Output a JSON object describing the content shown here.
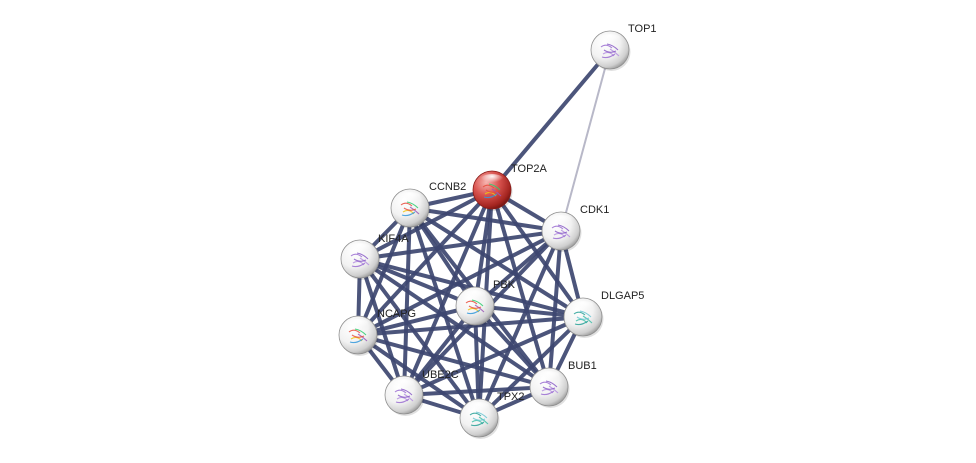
{
  "network": {
    "query_protein": "TOP2A",
    "nodes": [
      {
        "id": "TOP1",
        "color": "#ffffff",
        "glyph": "protein-structure-icon",
        "structure": "purple"
      },
      {
        "id": "TOP2A",
        "color": "#d9534f",
        "glyph": "protein-structure-icon",
        "structure": "multicolor"
      },
      {
        "id": "CCNB2",
        "color": "#ffffff",
        "glyph": "protein-structure-icon",
        "structure": "multicolor"
      },
      {
        "id": "CDK1",
        "color": "#ffffff",
        "glyph": "protein-structure-icon",
        "structure": "purple"
      },
      {
        "id": "KIF4A",
        "color": "#ffffff",
        "glyph": "protein-structure-icon",
        "structure": "purple"
      },
      {
        "id": "PBK",
        "color": "#ffffff",
        "glyph": "protein-structure-icon",
        "structure": "multicolor"
      },
      {
        "id": "DLGAP5",
        "color": "#ffffff",
        "glyph": "protein-structure-icon",
        "structure": "teal"
      },
      {
        "id": "NCAPG",
        "color": "#ffffff",
        "glyph": "protein-structure-icon",
        "structure": "multicolor"
      },
      {
        "id": "BUB1",
        "color": "#ffffff",
        "glyph": "protein-structure-icon",
        "structure": "purple"
      },
      {
        "id": "UBE2C",
        "color": "#ffffff",
        "glyph": "protein-structure-icon",
        "structure": "purple"
      },
      {
        "id": "TPX2",
        "color": "#ffffff",
        "glyph": "protein-structure-icon",
        "structure": "teal"
      }
    ],
    "edges": [
      {
        "source": "TOP1",
        "target": "TOP2A",
        "confidence": 0.9
      },
      {
        "source": "TOP1",
        "target": "CDK1",
        "confidence": 0.4
      },
      {
        "source": "TOP2A",
        "target": "CCNB2",
        "confidence": 0.95
      },
      {
        "source": "TOP2A",
        "target": "CDK1",
        "confidence": 0.95
      },
      {
        "source": "TOP2A",
        "target": "KIF4A",
        "confidence": 0.95
      },
      {
        "source": "TOP2A",
        "target": "PBK",
        "confidence": 0.95
      },
      {
        "source": "TOP2A",
        "target": "DLGAP5",
        "confidence": 0.95
      },
      {
        "source": "TOP2A",
        "target": "NCAPG",
        "confidence": 0.95
      },
      {
        "source": "TOP2A",
        "target": "BUB1",
        "confidence": 0.95
      },
      {
        "source": "TOP2A",
        "target": "UBE2C",
        "confidence": 0.95
      },
      {
        "source": "TOP2A",
        "target": "TPX2",
        "confidence": 0.95
      },
      {
        "source": "CCNB2",
        "target": "CDK1",
        "confidence": 0.95
      },
      {
        "source": "CCNB2",
        "target": "KIF4A",
        "confidence": 0.95
      },
      {
        "source": "CCNB2",
        "target": "PBK",
        "confidence": 0.95
      },
      {
        "source": "CCNB2",
        "target": "DLGAP5",
        "confidence": 0.95
      },
      {
        "source": "CCNB2",
        "target": "NCAPG",
        "confidence": 0.95
      },
      {
        "source": "CCNB2",
        "target": "BUB1",
        "confidence": 0.95
      },
      {
        "source": "CCNB2",
        "target": "UBE2C",
        "confidence": 0.95
      },
      {
        "source": "CCNB2",
        "target": "TPX2",
        "confidence": 0.95
      },
      {
        "source": "CDK1",
        "target": "KIF4A",
        "confidence": 0.95
      },
      {
        "source": "CDK1",
        "target": "PBK",
        "confidence": 0.95
      },
      {
        "source": "CDK1",
        "target": "DLGAP5",
        "confidence": 0.95
      },
      {
        "source": "CDK1",
        "target": "NCAPG",
        "confidence": 0.95
      },
      {
        "source": "CDK1",
        "target": "BUB1",
        "confidence": 0.95
      },
      {
        "source": "CDK1",
        "target": "UBE2C",
        "confidence": 0.95
      },
      {
        "source": "CDK1",
        "target": "TPX2",
        "confidence": 0.95
      },
      {
        "source": "KIF4A",
        "target": "PBK",
        "confidence": 0.95
      },
      {
        "source": "KIF4A",
        "target": "DLGAP5",
        "confidence": 0.95
      },
      {
        "source": "KIF4A",
        "target": "NCAPG",
        "confidence": 0.95
      },
      {
        "source": "KIF4A",
        "target": "BUB1",
        "confidence": 0.95
      },
      {
        "source": "KIF4A",
        "target": "UBE2C",
        "confidence": 0.95
      },
      {
        "source": "KIF4A",
        "target": "TPX2",
        "confidence": 0.95
      },
      {
        "source": "PBK",
        "target": "DLGAP5",
        "confidence": 0.95
      },
      {
        "source": "PBK",
        "target": "NCAPG",
        "confidence": 0.95
      },
      {
        "source": "PBK",
        "target": "BUB1",
        "confidence": 0.95
      },
      {
        "source": "PBK",
        "target": "UBE2C",
        "confidence": 0.95
      },
      {
        "source": "PBK",
        "target": "TPX2",
        "confidence": 0.95
      },
      {
        "source": "DLGAP5",
        "target": "NCAPG",
        "confidence": 0.95
      },
      {
        "source": "DLGAP5",
        "target": "BUB1",
        "confidence": 0.95
      },
      {
        "source": "DLGAP5",
        "target": "UBE2C",
        "confidence": 0.95
      },
      {
        "source": "DLGAP5",
        "target": "TPX2",
        "confidence": 0.95
      },
      {
        "source": "NCAPG",
        "target": "BUB1",
        "confidence": 0.95
      },
      {
        "source": "NCAPG",
        "target": "UBE2C",
        "confidence": 0.95
      },
      {
        "source": "NCAPG",
        "target": "TPX2",
        "confidence": 0.95
      },
      {
        "source": "BUB1",
        "target": "UBE2C",
        "confidence": 0.95
      },
      {
        "source": "BUB1",
        "target": "TPX2",
        "confidence": 0.95
      },
      {
        "source": "UBE2C",
        "target": "TPX2",
        "confidence": 0.95
      }
    ],
    "colors": {
      "edge_high": "#3d4670",
      "edge_low": "#b8b8c8",
      "query_node": "#d9534f",
      "node_fill": "#ffffff",
      "label": "#222222"
    }
  }
}
